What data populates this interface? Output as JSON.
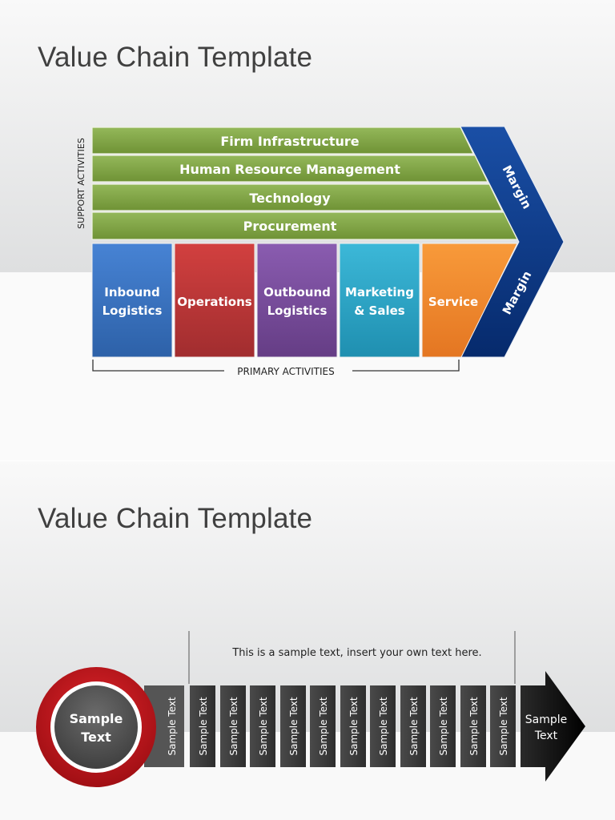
{
  "slides": [
    {
      "title": "Value Chain Template",
      "support_label": "SUPPORT ACTIVITIES",
      "primary_label": "PRIMARY ACTIVITIES",
      "support_activities": [
        "Firm Infrastructure",
        "Human Resource Management",
        "Technology",
        "Procurement"
      ],
      "primary_activities": [
        {
          "line1": "Inbound",
          "line2": "Logistics",
          "color": "#3a74c4"
        },
        {
          "line1": "Operations",
          "line2": "",
          "color": "#c0393b"
        },
        {
          "line1": "Outbound",
          "line2": "Logistics",
          "color": "#7b4e9d"
        },
        {
          "line1": "Marketing",
          "line2": "& Sales",
          "color": "#2aa6c8"
        },
        {
          "line1": "Service",
          "line2": "",
          "color": "#f08a2c"
        }
      ],
      "margin_top": "Margin",
      "margin_bottom": "Margin",
      "colors": {
        "support": "#7ea33e",
        "margin": "#0d3c8c"
      }
    },
    {
      "title": "Value Chain Template",
      "callout": "This is a sample text, insert your own text here.",
      "circle_line1": "Sample",
      "circle_line2": "Text",
      "bars": [
        "Sample Text",
        "Sample Text",
        "Sample Text",
        "Sample Text",
        "Sample Text",
        "Sample Text",
        "Sample Text",
        "Sample Text",
        "Sample Text",
        "Sample Text",
        "Sample Text",
        "Sample Text"
      ],
      "arrow_line1": "Sample",
      "arrow_line2": "Text",
      "colors": {
        "ring": "#c4161c",
        "bar": "#3a3a3a",
        "arrow": "#111111"
      }
    }
  ]
}
